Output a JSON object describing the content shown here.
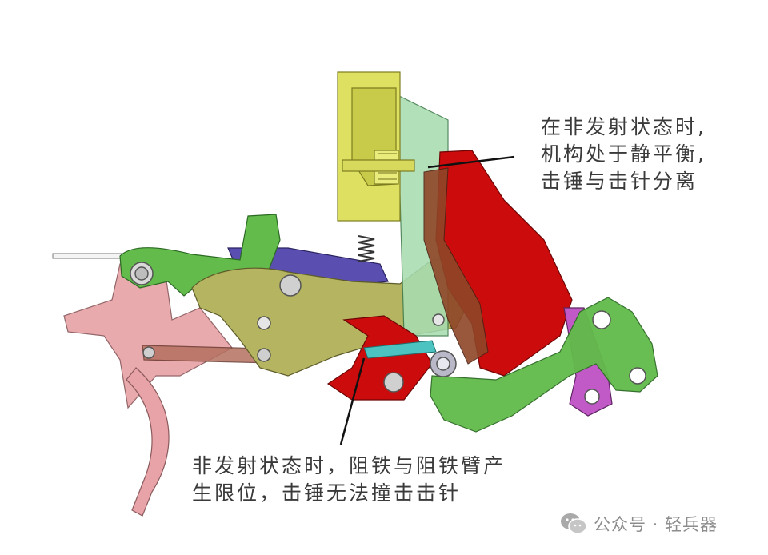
{
  "annotations": {
    "top": {
      "lines": [
        "在非发射状态时,",
        "机构处于静平衡,",
        "击锤与击针分离"
      ]
    },
    "bottom": {
      "lines": [
        "非发射状态时，阻铁与阻铁臂产",
        "生限位，击锤无法撞击击针"
      ]
    }
  },
  "watermark": {
    "icon": "wechat-icon",
    "text": "公众号 · 轻兵器"
  },
  "colors": {
    "trigger": "#e8a3a8",
    "frame": "#b5b460",
    "hammer": "#cc0c0c",
    "spring_bracket": "#62bb4a",
    "slide": "#a8dcb0",
    "bolt_yellow": "#dde060",
    "disconnector": "#5a4fb0",
    "magenta_link": "#c15ac7",
    "brown_link": "#b45e46"
  }
}
